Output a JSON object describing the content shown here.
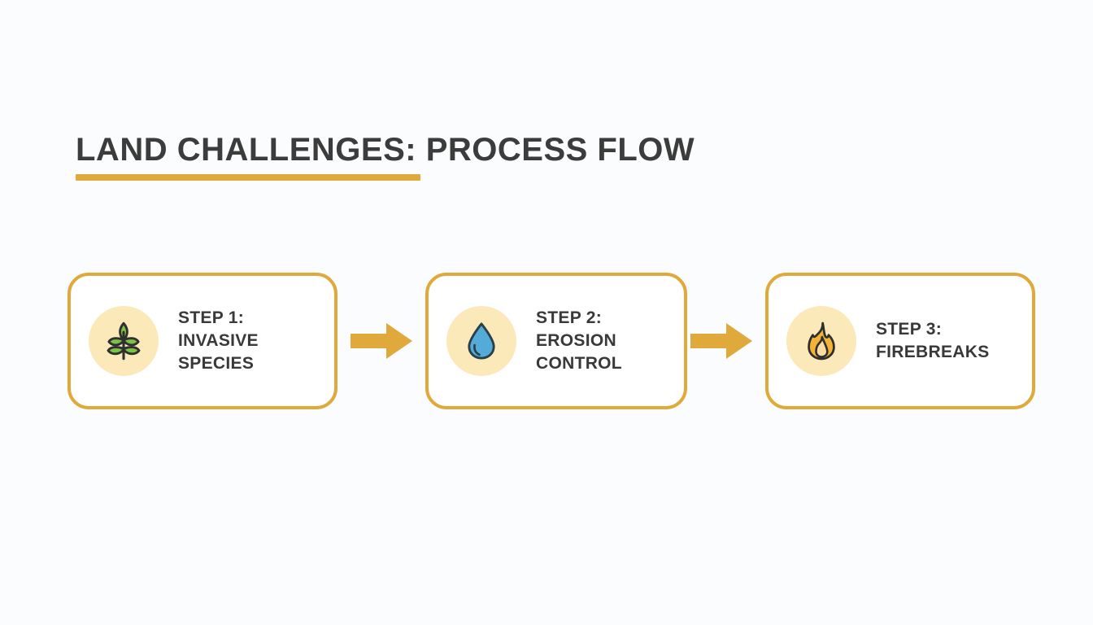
{
  "slide": {
    "background_color": "#fbfcfd",
    "accent_color": "#e0a93c",
    "text_color": "#38393b",
    "icon_circle_color": "#fbe9ba"
  },
  "title": {
    "text": "LAND CHALLENGES: PROCESS FLOW",
    "underline_color": "#e0a93c"
  },
  "flow": {
    "steps": [
      {
        "icon": "leaf-plant-icon",
        "icon_colors": {
          "fill": "#7dc242",
          "stroke": "#2f2f2f"
        },
        "line1": "STEP 1:",
        "line2": "INVASIVE",
        "line3": "SPECIES"
      },
      {
        "icon": "water-droplet-icon",
        "icon_colors": {
          "fill": "#55abd8",
          "stroke": "#27404a"
        },
        "line1": "STEP 2:",
        "line2": "EROSION",
        "line3": "CONTROL"
      },
      {
        "icon": "flame-fire-icon",
        "icon_colors": {
          "fill": "#f5b335",
          "stroke": "#2f2f2f"
        },
        "line1": "STEP 3:",
        "line2": "FIREBREAKS",
        "line3": ""
      }
    ],
    "connectors": [
      {
        "icon": "arrow-right-icon",
        "color": "#e0a93c"
      },
      {
        "icon": "arrow-right-icon",
        "color": "#e0a93c"
      }
    ]
  }
}
